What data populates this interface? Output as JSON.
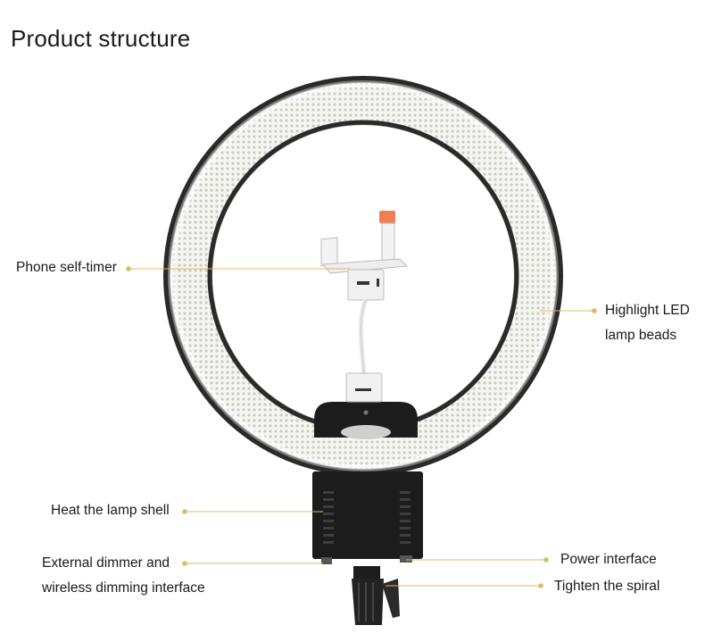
{
  "title": "Product structure",
  "colors": {
    "callout": "#e2b864",
    "housing": "#1c1c1c",
    "ring_face": "#f4f4ee",
    "led": "#cfd2cc",
    "holder": "#f0f0f0",
    "clip_tab": "#f08050"
  },
  "callouts": [
    {
      "id": "phone-self-timer",
      "lines": [
        "Phone self-timer"
      ]
    },
    {
      "id": "highlight-led",
      "lines": [
        "Highlight LED",
        "lamp beads"
      ]
    },
    {
      "id": "heat-lamp-shell",
      "lines": [
        "Heat the lamp shell"
      ]
    },
    {
      "id": "external-dimmer",
      "lines": [
        "External dimmer and",
        "wireless dimming interface"
      ]
    },
    {
      "id": "power-interface",
      "lines": [
        "Power interface"
      ]
    },
    {
      "id": "tighten-spiral",
      "lines": [
        "Tighten the spiral"
      ]
    }
  ]
}
